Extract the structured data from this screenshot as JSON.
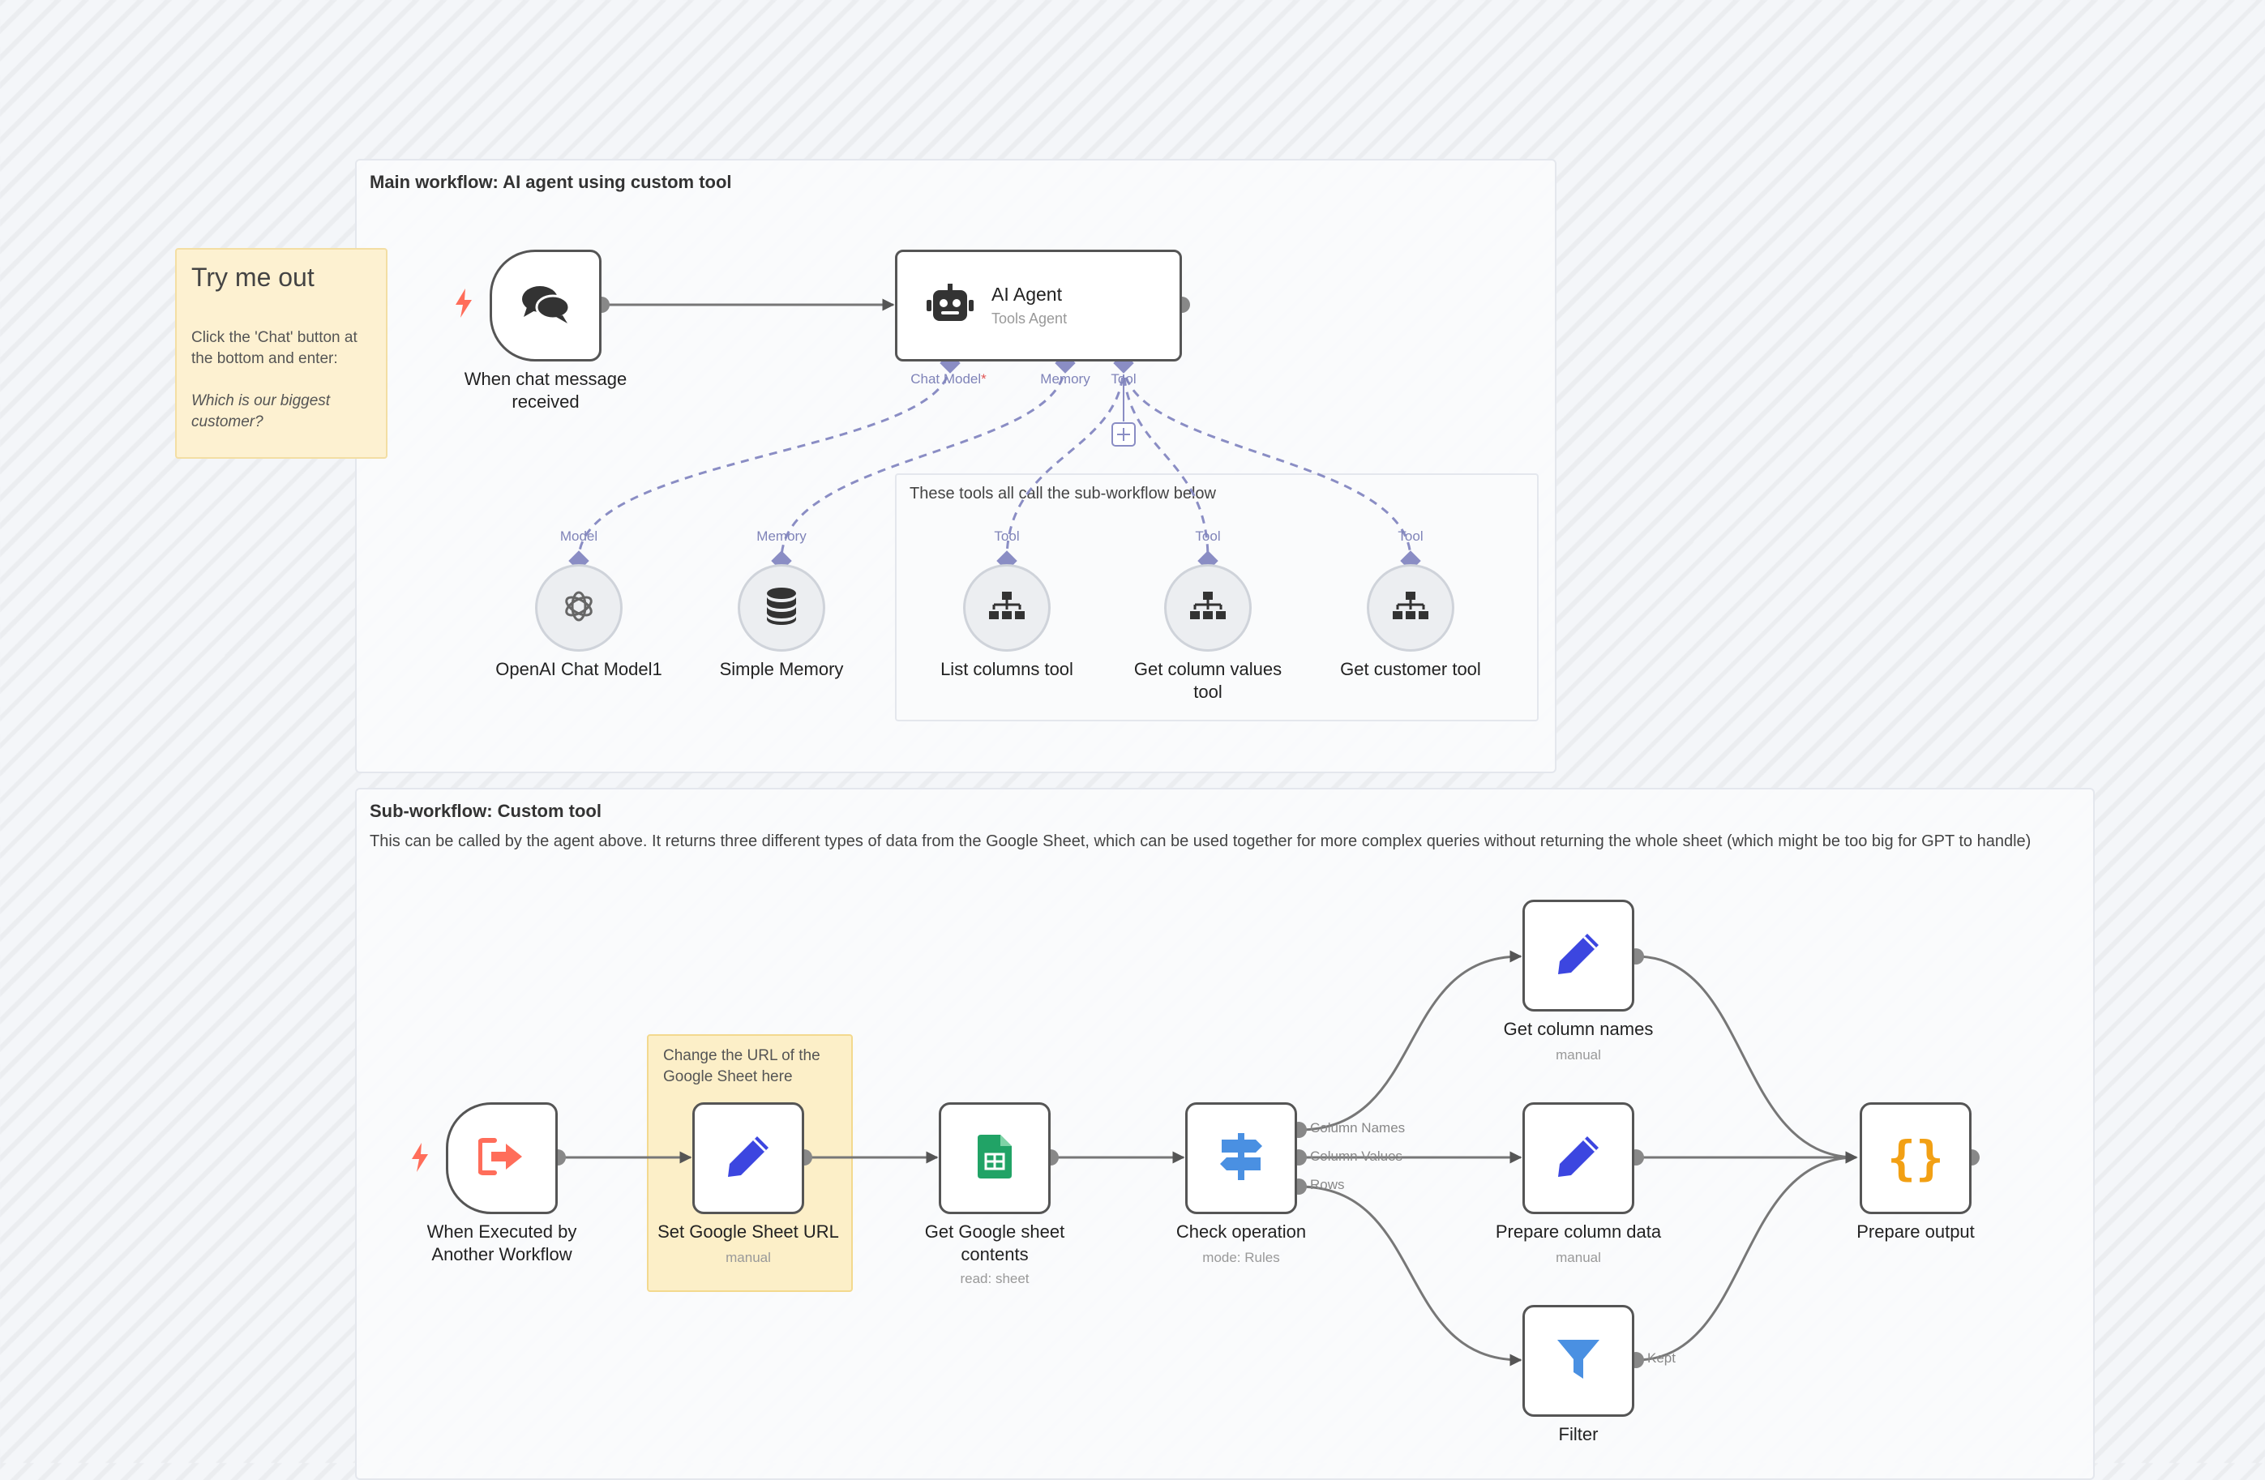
{
  "colors": {
    "accent": "#7f83b8",
    "trigger": "#ff6d5a",
    "sticky": "#fdf1d1",
    "sheet_green": "#21a366",
    "pen_blue": "#3c46e0",
    "code_orange": "#f2a014"
  },
  "main_group": {
    "title": "Main workflow: AI agent using custom tool"
  },
  "tools_box": {
    "title": "These tools all call the sub-workflow below"
  },
  "sub_group": {
    "title": "Sub-workflow: Custom tool",
    "description": "This can be called by the agent above. It returns three different types of data from the Google Sheet, which can be used together for more complex queries without returning the whole sheet (which might be too big for GPT to handle)"
  },
  "sticky_try": {
    "title": "Try me out",
    "line1": "Click the 'Chat' button at the bottom and enter:",
    "line2": "Which is our biggest customer?"
  },
  "sticky_url": {
    "text": "Change the URL of the Google Sheet here"
  },
  "nodes": {
    "chat_trigger": {
      "label": "When chat message received",
      "icon": "chat-bubbles-icon"
    },
    "ai_agent": {
      "title": "AI Agent",
      "subtitle": "Tools Agent",
      "icon": "robot-icon",
      "ports": {
        "chat_model": "Chat Model",
        "required": "*",
        "memory": "Memory",
        "tool": "Tool"
      }
    },
    "openai": {
      "label": "OpenAI Chat Model1",
      "port": "Model",
      "icon": "openai-icon"
    },
    "memory": {
      "label": "Simple Memory",
      "port": "Memory",
      "icon": "database-icon"
    },
    "list_columns": {
      "label": "List columns tool",
      "port": "Tool",
      "icon": "sitemap-icon"
    },
    "get_column_values": {
      "label": "Get column values tool",
      "port": "Tool",
      "icon": "sitemap-icon"
    },
    "get_customer": {
      "label": "Get customer tool",
      "port": "Tool",
      "icon": "sitemap-icon"
    },
    "exec_trigger": {
      "label": "When Executed by Another Workflow",
      "icon": "sign-in-icon"
    },
    "set_url": {
      "label": "Set Google Sheet URL",
      "sub": "manual",
      "icon": "pencil-icon"
    },
    "get_sheet": {
      "label": "Get Google sheet contents",
      "sub": "read: sheet",
      "icon": "google-sheets-icon"
    },
    "check_op": {
      "label": "Check operation",
      "sub": "mode: Rules",
      "icon": "signpost-icon",
      "outputs": {
        "column_names": "Column Names",
        "column_values": "Column Values",
        "rows": "Rows"
      }
    },
    "get_col_names": {
      "label": "Get column names",
      "sub": "manual",
      "icon": "pencil-icon"
    },
    "prep_col_data": {
      "label": "Prepare column data",
      "sub": "manual",
      "icon": "pencil-icon"
    },
    "filter": {
      "label": "Filter",
      "output": "Kept",
      "icon": "funnel-icon"
    },
    "prep_output": {
      "label": "Prepare output",
      "icon": "code-braces-icon"
    }
  }
}
